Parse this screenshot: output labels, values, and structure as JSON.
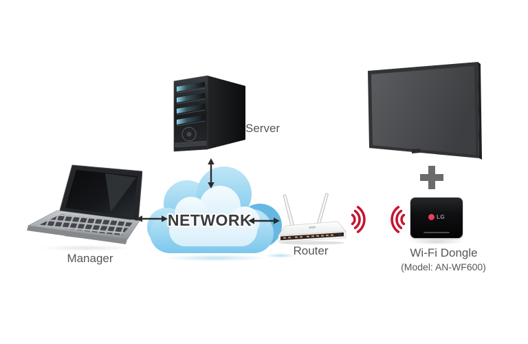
{
  "diagram": {
    "nodes": {
      "manager": {
        "label": "Manager",
        "type": "laptop"
      },
      "server": {
        "label": "Server",
        "type": "server-tower"
      },
      "network": {
        "label": "NETWORK",
        "type": "cloud"
      },
      "router": {
        "label": "Router",
        "type": "wireless-router"
      },
      "display": {
        "type": "signage-display"
      },
      "dongle": {
        "label": "Wi-Fi Dongle",
        "model": "(Model: AN-WF600)",
        "brand": "LG",
        "type": "usb-wifi-dongle"
      }
    },
    "connections": [
      {
        "from": "manager",
        "to": "network",
        "style": "double-headed-arrow"
      },
      {
        "from": "server",
        "to": "network",
        "style": "double-headed-arrow"
      },
      {
        "from": "network",
        "to": "router",
        "style": "double-headed-arrow"
      },
      {
        "from": "router",
        "to": "dongle",
        "style": "wifi-waves"
      },
      {
        "from": "display",
        "to": "dongle",
        "style": "plus"
      }
    ],
    "colors": {
      "wifi_red": "#c3162f",
      "cloud_blue": "#8ed2f0",
      "cloud_blue_deep": "#66b8e2",
      "cloud_inner": "#e9f7fd",
      "network_text": "#3b3b3e",
      "label_gray": "#54565a",
      "plus_gray": "#6b6b6b",
      "lg_red": "#ef3e58",
      "background": "#ffffff"
    }
  }
}
